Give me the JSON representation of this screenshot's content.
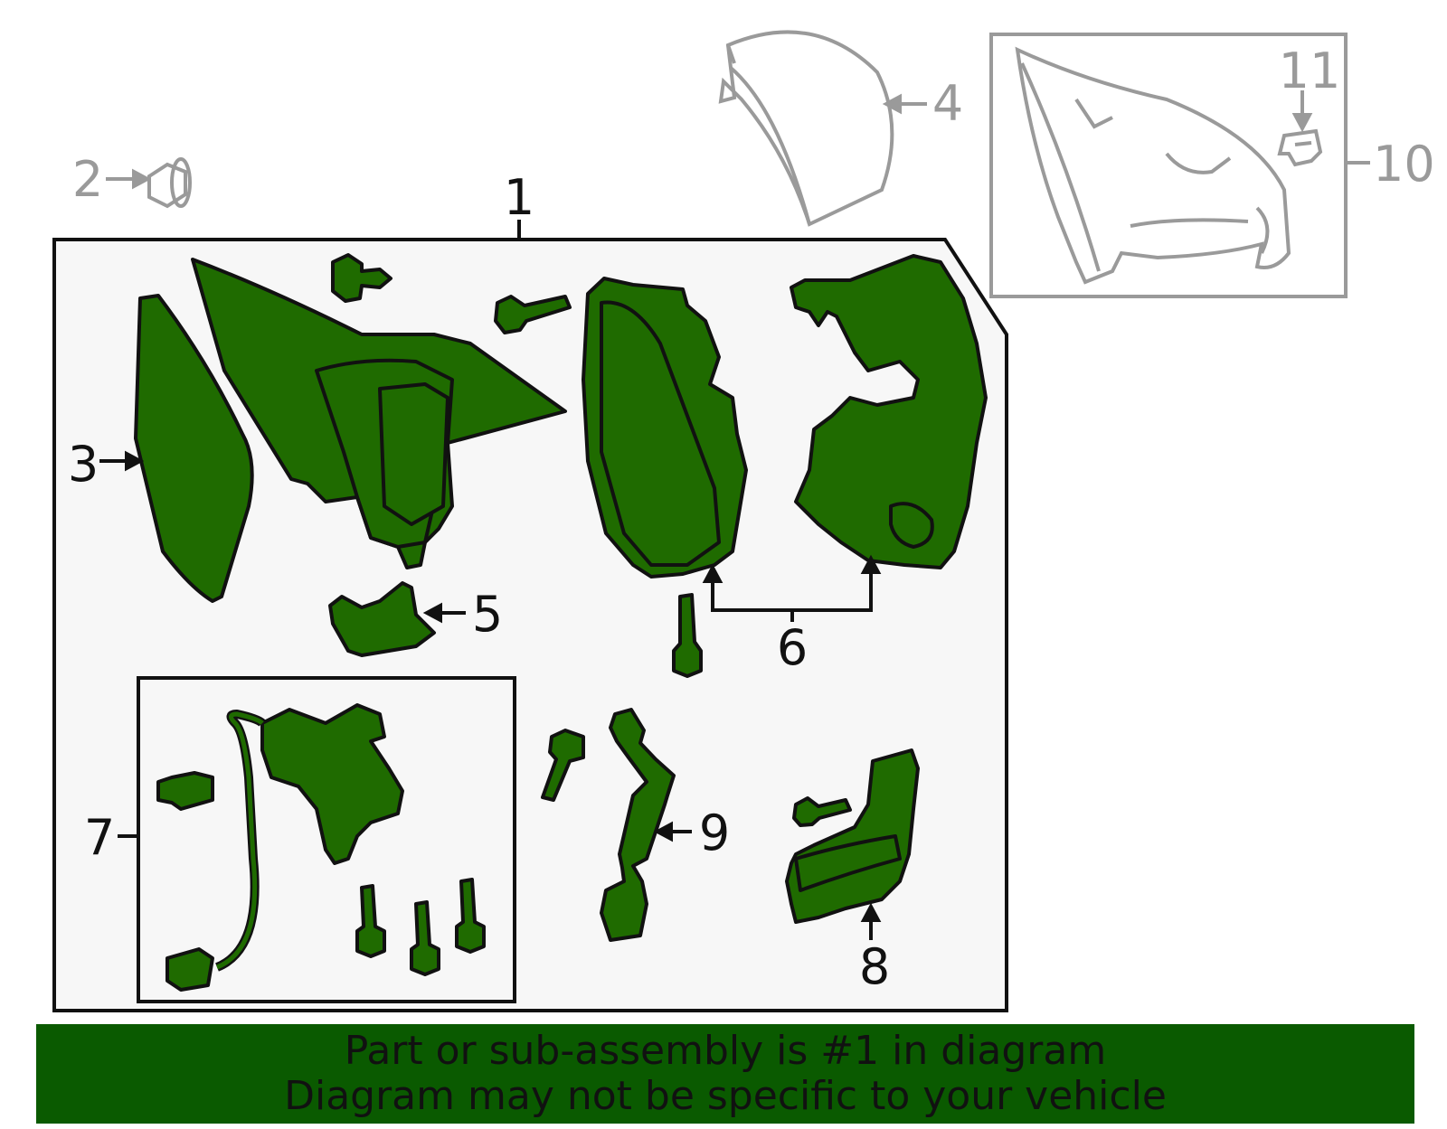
{
  "callouts": {
    "c1": "1",
    "c2": "2",
    "c3": "3",
    "c4": "4",
    "c5": "5",
    "c6": "6",
    "c7": "7",
    "c8": "8",
    "c9": "9",
    "c10": "10",
    "c11": "11"
  },
  "banner": {
    "line1": "Part or sub-assembly is #1 in diagram",
    "line2": "Diagram may not be specific to your vehicle"
  },
  "colors": {
    "part_fill": "#1f6b00",
    "outline": "#111111",
    "ghost": "#9a9a9a",
    "panel": "#f7f7f7",
    "banner": "#0a5a00"
  }
}
